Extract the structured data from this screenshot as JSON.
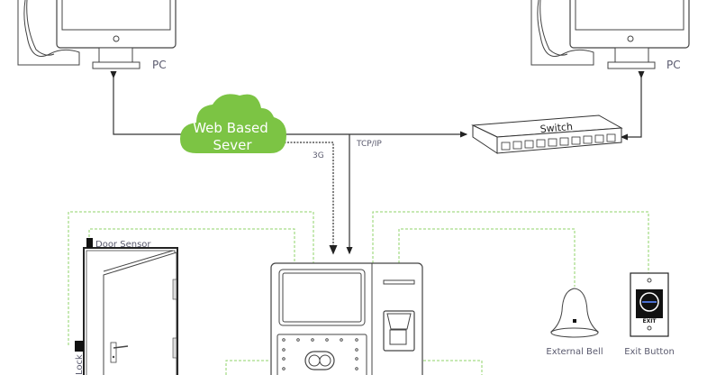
{
  "diagram": {
    "title": "Access control network topology",
    "nodes": {
      "pc_left": {
        "label": "PC"
      },
      "pc_right": {
        "label": "PC"
      },
      "cloud": {
        "line1": "Web Based",
        "line2": "Sever",
        "color": "#7cc444"
      },
      "switch": {
        "label": "Switch"
      },
      "door_sensor": {
        "label": "Door Sensor"
      },
      "lock": {
        "label": "Lock"
      },
      "external_bell": {
        "label": "External Bell"
      },
      "exit_button": {
        "label": "Exit Button",
        "face_text": "EXIT"
      }
    },
    "connections": {
      "tcpip": {
        "label": "TCP/IP"
      },
      "threeg": {
        "label": "3G"
      }
    },
    "colors": {
      "line": "#333333",
      "dashed_green": "#8fd36a",
      "label_text": "#5a5a6e"
    }
  }
}
